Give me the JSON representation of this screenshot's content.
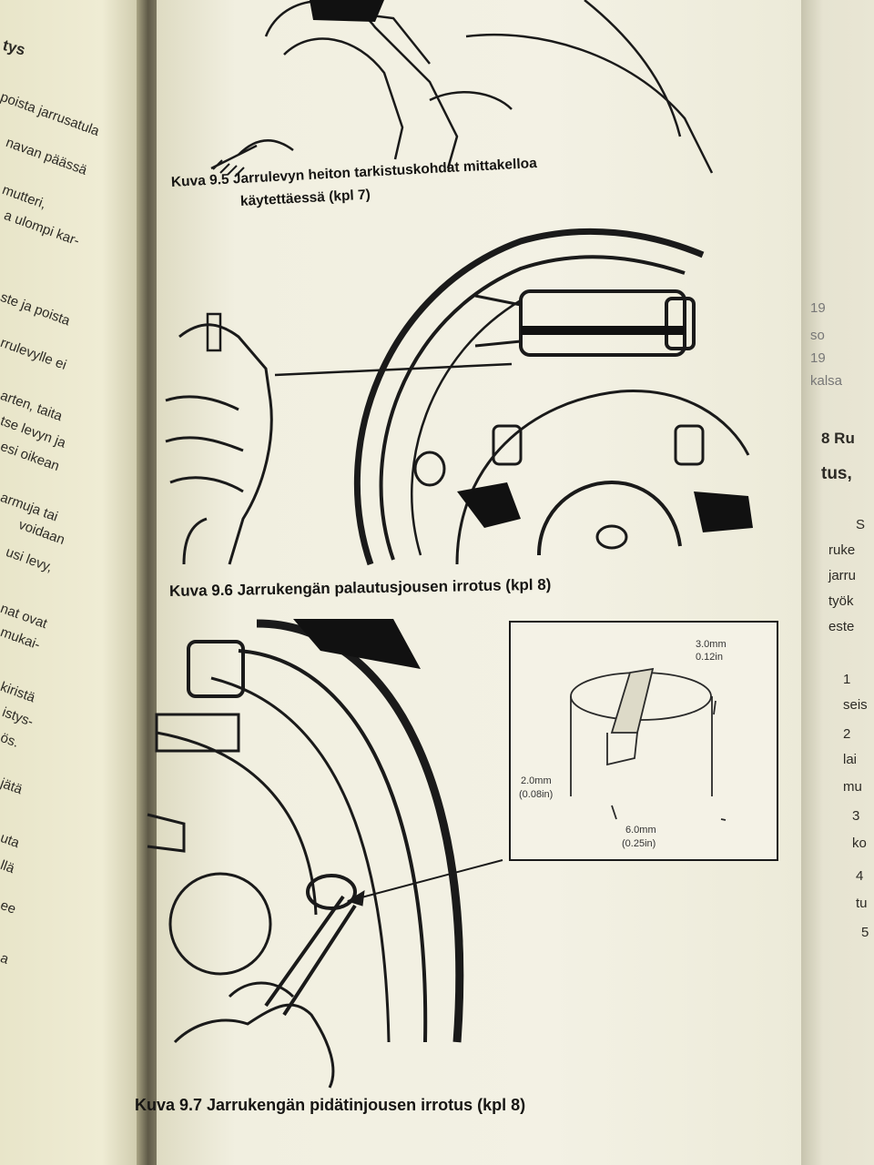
{
  "left_page": {
    "fragments": [
      "tys",
      "poista jarrusatula",
      "navan päässä",
      "mutteri,",
      "a ulompi kar-",
      "ste ja poista",
      "rrulevylle ei",
      "arten, taita",
      "tse levyn ja",
      "esi oikean",
      "armuja tai",
      "voidaan",
      "usi levy,",
      "nat ovat",
      "mukai-",
      "kiristä",
      "istys-",
      "ös.",
      "jätä",
      "uta",
      "llä",
      "ee",
      "a"
    ]
  },
  "figures": {
    "fig95": {
      "caption_line1": "Kuva 9.5 Jarrulevyn heiton tarkistuskohdat mittakelloa",
      "caption_line2": "käytettäessä (kpl 7)"
    },
    "fig96": {
      "caption": "Kuva 9.6 Jarrukengän palautusjousen irrotus (kpl 8)"
    },
    "fig97": {
      "caption": "Kuva 9.7 Jarrukengän pidätinjousen irrotus (kpl 8)",
      "inset": {
        "dim1_mm": "3.0mm",
        "dim1_in": "0.12in",
        "dim2_mm": "2.0mm",
        "dim2_in": "(0.08in)",
        "dim3_mm": "6.0mm",
        "dim3_in": "(0.25in)"
      }
    }
  },
  "right_page": {
    "fragments": [
      "19",
      "so",
      "19",
      "kalsa",
      "8 Ru",
      "tus,",
      "S",
      "ruke",
      "jarru",
      "työk",
      "este",
      "1",
      "seis",
      "2",
      "lai",
      "mu",
      "3",
      "ko",
      "4",
      "tu",
      "5"
    ]
  }
}
